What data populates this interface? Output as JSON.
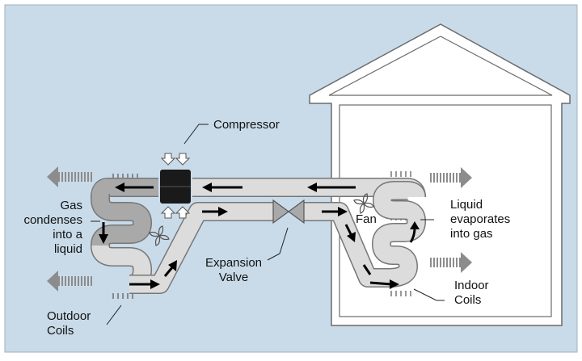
{
  "colors": {
    "background": "#c9dbe9",
    "house_fill": "#ffffff",
    "house_outline": "#6b6b6b",
    "pipe_hot": "#a9a9a9",
    "pipe_cool": "#dcdcdc",
    "pipe_outline": "#777777",
    "arrow": "#000000",
    "heat_arrow": "#8c8c8c",
    "compressor": "#1a1a1a"
  },
  "labels": {
    "compressor": "Compressor",
    "gas_condenses": [
      "Gas",
      "condenses",
      "into a",
      "liquid"
    ],
    "fan": "Fan",
    "liquid_evaporates": [
      "Liquid",
      "evaporates",
      "into gas"
    ],
    "expansion_valve": [
      "Expansion",
      "Valve"
    ],
    "indoor_coils": [
      "Indoor",
      "Coils"
    ],
    "outdoor_coils": [
      "Outdoor",
      "Coils"
    ]
  },
  "icons": {
    "outdoor_fan": "fan-icon",
    "indoor_fan": "fan-icon",
    "compressor": "compressor-icon",
    "valve": "expansion-valve-icon"
  }
}
